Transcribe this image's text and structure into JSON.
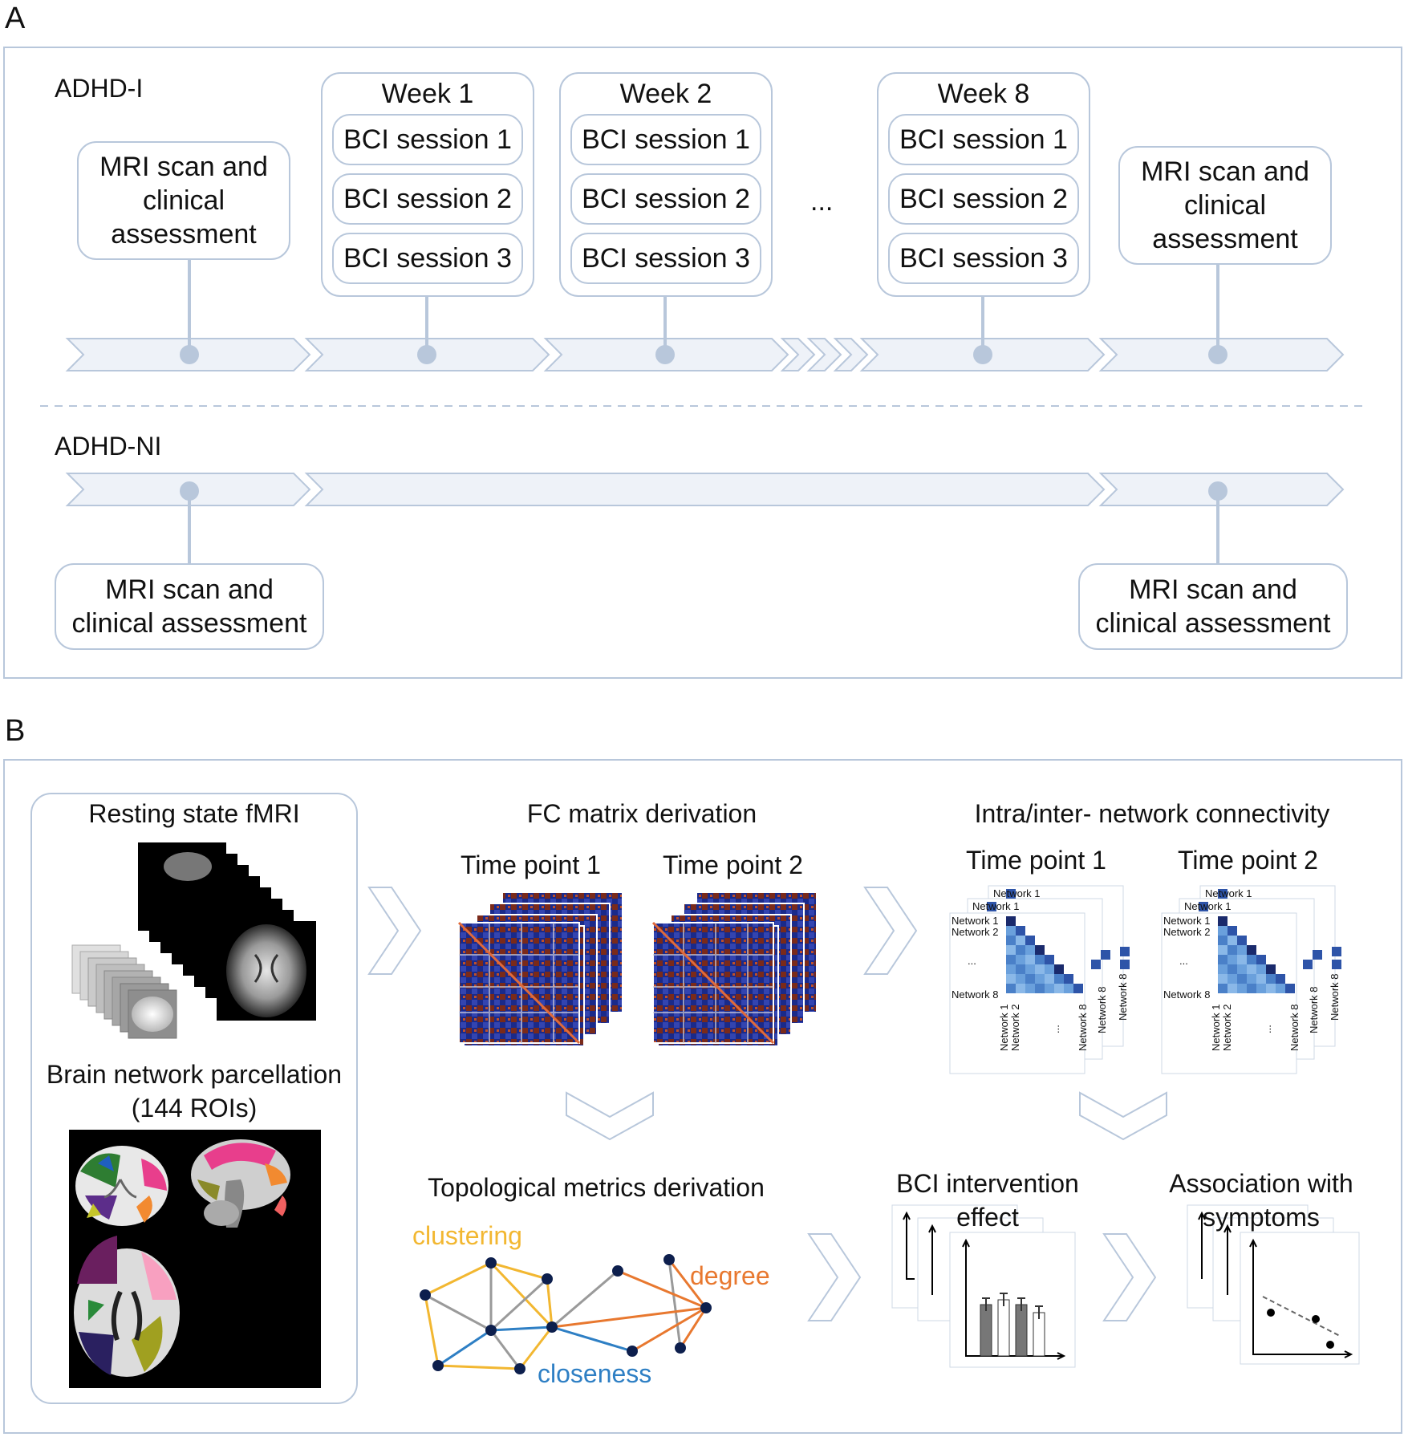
{
  "panel_a": {
    "letter": "A",
    "group1": {
      "label": "ADHD-I",
      "pre_assessment": "MRI scan and clinical assessment",
      "post_assessment": "MRI scan and clinical assessment",
      "weeks": [
        {
          "title": "Week 1",
          "sessions": [
            "BCI session 1",
            "BCI session 2",
            "BCI session 3"
          ]
        },
        {
          "title": "Week 2",
          "sessions": [
            "BCI session 1",
            "BCI session 2",
            "BCI session 3"
          ]
        },
        {
          "title": "Week 8",
          "sessions": [
            "BCI session 1",
            "BCI session 2",
            "BCI session 3"
          ]
        }
      ],
      "ellipsis": "..."
    },
    "group2": {
      "label": "ADHD-NI",
      "pre_assessment": "MRI scan and clinical assessment",
      "post_assessment": "MRI scan and clinical assessment"
    }
  },
  "panel_b": {
    "letter": "B",
    "resting": {
      "title": "Resting state fMRI",
      "parcellation_title": "Brain network parcellation (144 ROIs)"
    },
    "fc": {
      "title": "FC matrix derivation",
      "tp1": "Time point 1",
      "tp2": "Time point 2"
    },
    "network": {
      "title": "Intra/inter- network connectivity",
      "tp1": "Time point 1",
      "tp2": "Time point 2",
      "row_labels": [
        "Network 1",
        "Network 1",
        "Network 1",
        "Network 2",
        "...",
        "Network 8"
      ],
      "col_labels": [
        "Network 1",
        "Network 2",
        "...",
        "Network 8",
        "Network 8",
        "Network 8"
      ]
    },
    "topology": {
      "title": "Topological metrics derivation",
      "clustering": "clustering",
      "degree": "degree",
      "closeness": "closeness"
    },
    "effect": {
      "title": "BCI intervention effect",
      "assoc_title": "Association with symptoms"
    }
  },
  "colors": {
    "accent": "#b8c7db",
    "clustering": "#f2b731",
    "degree": "#e8782f",
    "closeness": "#2e7fc4",
    "node": "#0d1f4d"
  }
}
